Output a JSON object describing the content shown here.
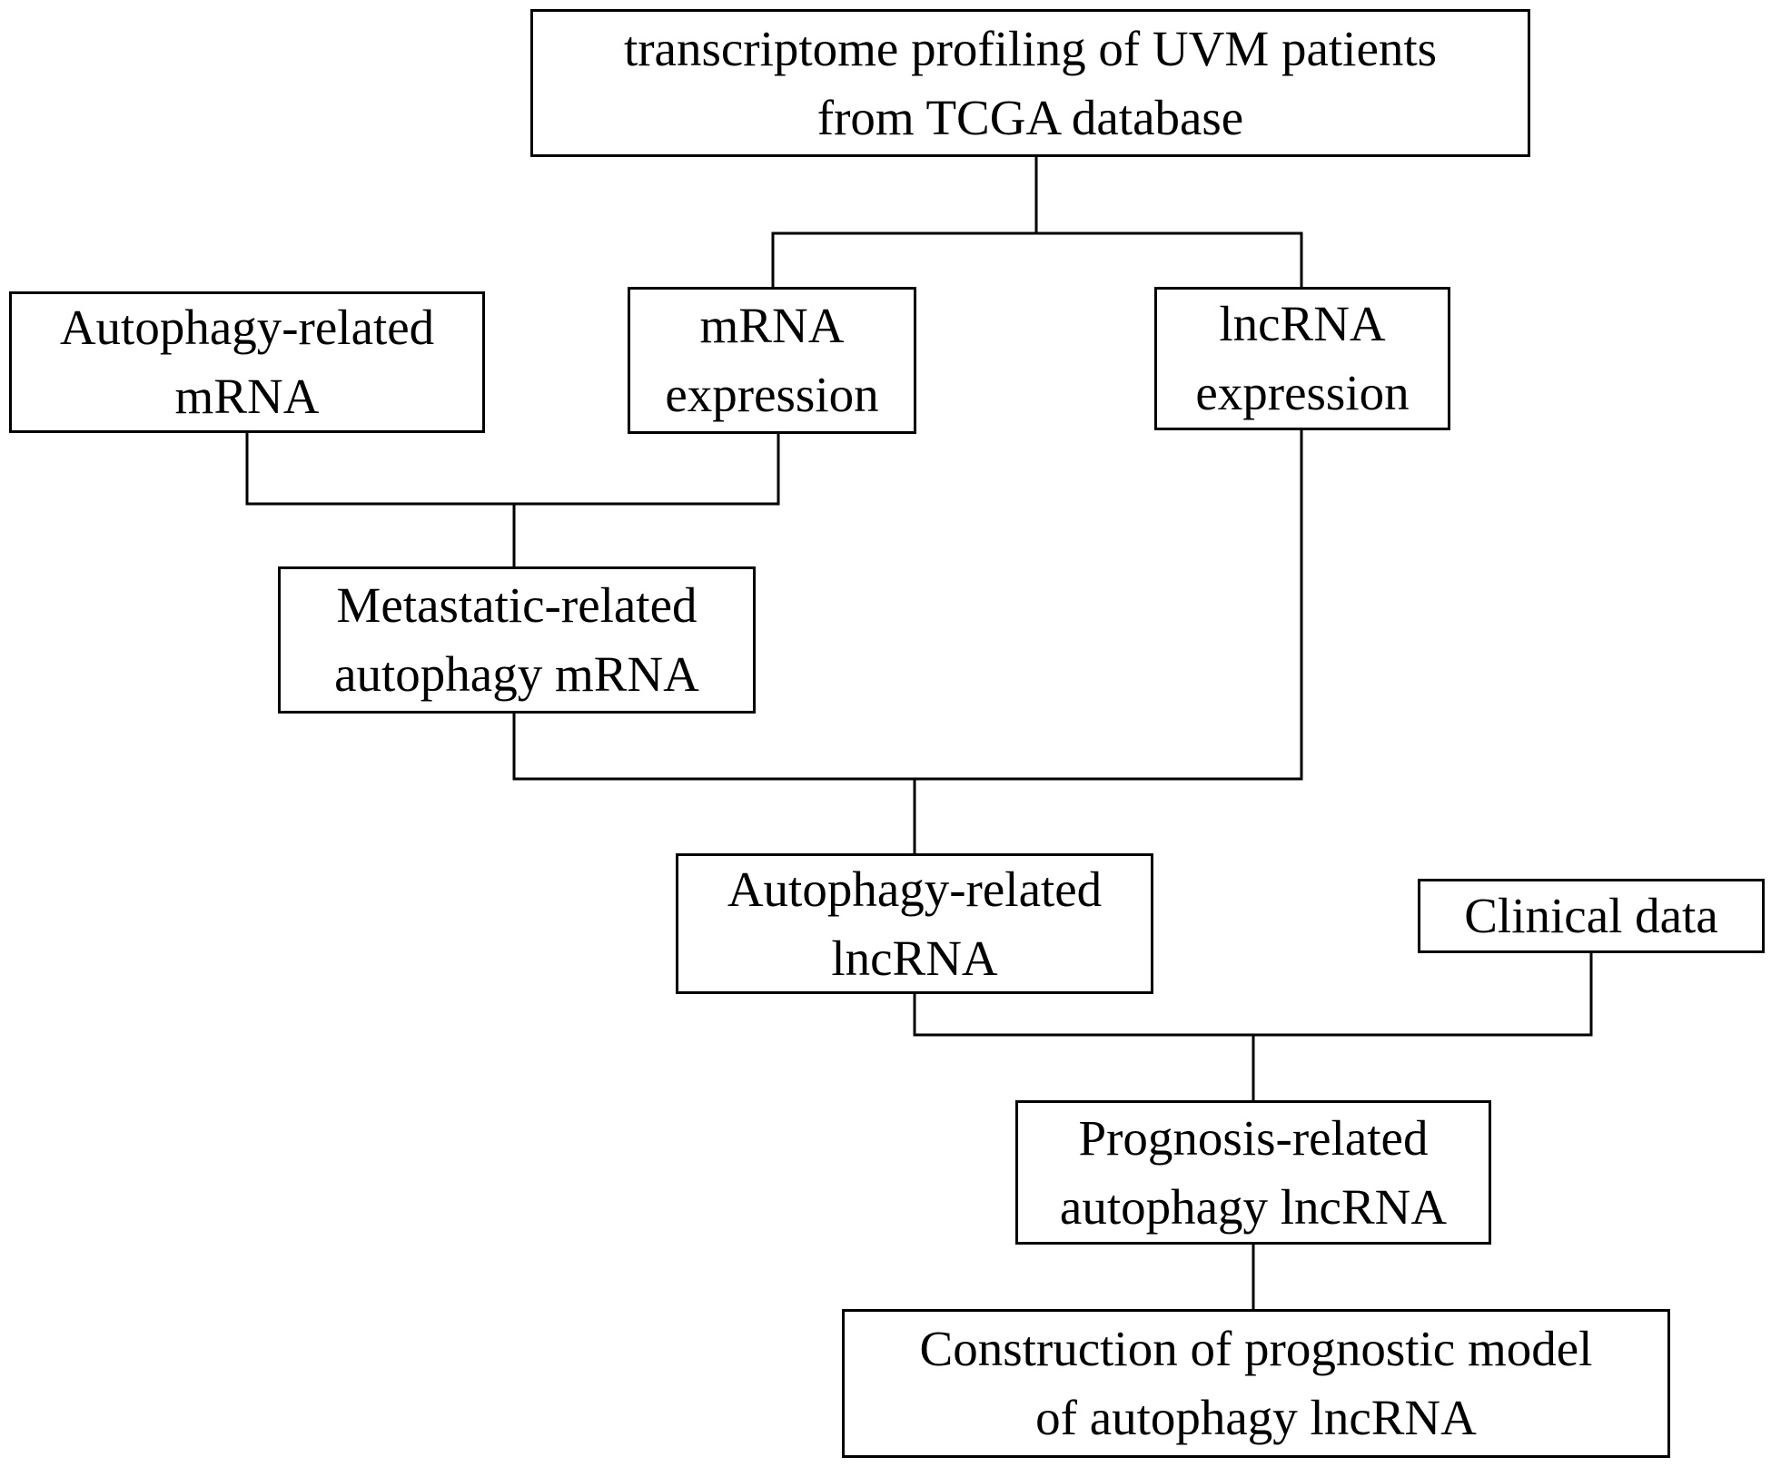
{
  "diagram": {
    "nodes": {
      "top": {
        "line1": "transcriptome profiling of UVM patients",
        "line2": "from TCGA database"
      },
      "autophagy_mrna": {
        "line1": "Autophagy-related",
        "line2": "mRNA"
      },
      "mrna_expression": {
        "line1": "mRNA",
        "line2": "expression"
      },
      "lncrna_expression": {
        "line1": "lncRNA",
        "line2": "expression"
      },
      "metastatic": {
        "line1": "Metastatic-related",
        "line2": "autophagy mRNA"
      },
      "autophagy_lncrna": {
        "line1": "Autophagy-related",
        "line2": "lncRNA"
      },
      "clinical": {
        "line1": "Clinical data"
      },
      "prognosis": {
        "line1": "Prognosis-related",
        "line2": "autophagy lncRNA"
      },
      "construction": {
        "line1": "Construction of prognostic model",
        "line2": "of autophagy lncRNA"
      }
    }
  }
}
